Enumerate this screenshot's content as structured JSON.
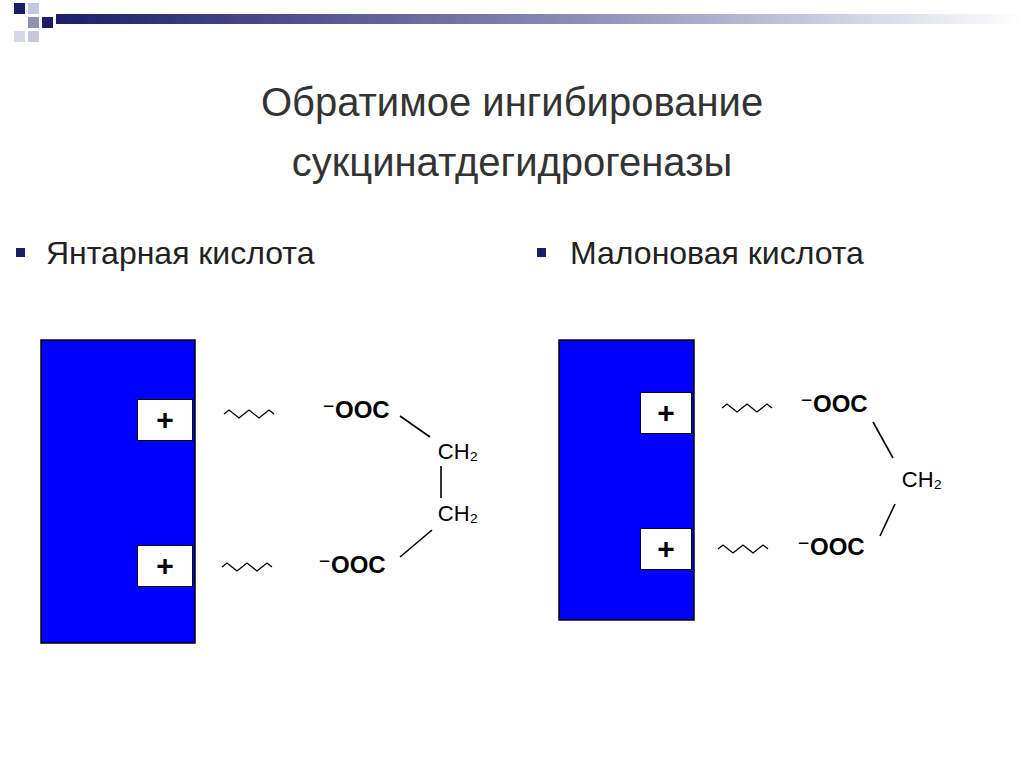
{
  "diagram": {
    "title": "Обратимое ингибирование сукцинатдегидрогеназы",
    "nodes": [
      {
        "text": [
          "+"
        ]
      },
      {
        "text": [
          "+"
        ]
      },
      {
        "text": [
          "+"
        ]
      },
      {
        "text": [
          "+"
        ]
      }
    ],
    "labels": [
      "Янтарная кислота",
      "Малоновая кислота",
      "⁻OOC",
      "CH₂",
      "CH₂",
      "⁻OOC",
      "⁻OOC",
      "CH₂",
      "⁻OOC"
    ]
  }
}
